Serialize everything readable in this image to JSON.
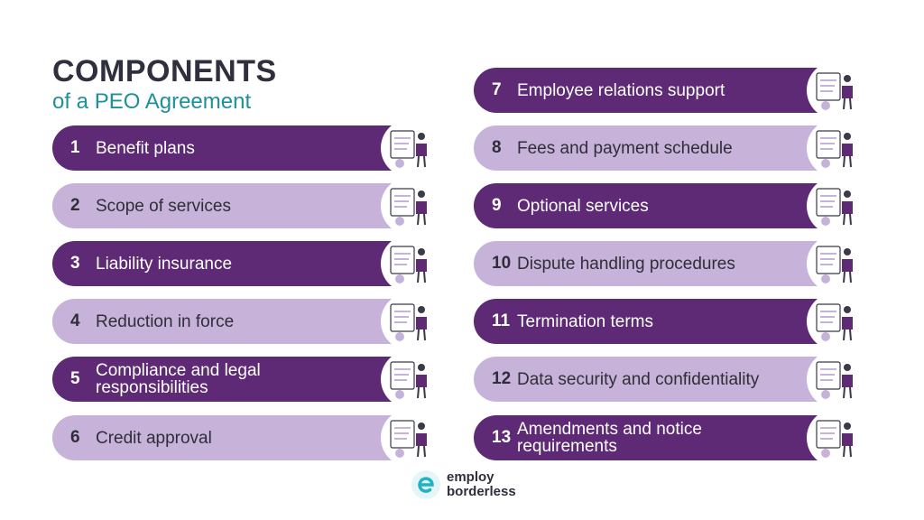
{
  "title": {
    "main": "COMPONENTS",
    "sub": "of a PEO Agreement"
  },
  "colors": {
    "dark": "#5e2a76",
    "light": "#c7b3da",
    "accent": "#1f8f9e"
  },
  "left_items": [
    {
      "num": "1",
      "label": "Benefit plans",
      "style": "dark",
      "icon": "umbrella-benefit-icon"
    },
    {
      "num": "2",
      "label": "Scope of services",
      "style": "light",
      "icon": "team-chart-icon"
    },
    {
      "num": "3",
      "label": "Liability insurance",
      "style": "dark",
      "icon": "money-bag-icon"
    },
    {
      "num": "4",
      "label": "Reduction in force",
      "style": "light",
      "icon": "meeting-icon"
    },
    {
      "num": "5",
      "label": "Compliance and legal responsibilities",
      "style": "dark",
      "icon": "magnifier-document-icon"
    },
    {
      "num": "6",
      "label": "Credit approval",
      "style": "light",
      "icon": "credit-check-icon"
    }
  ],
  "right_items": [
    {
      "num": "7",
      "label": "Employee relations support",
      "style": "dark",
      "icon": "employee-board-icon"
    },
    {
      "num": "8",
      "label": "Fees and payment schedule",
      "style": "light",
      "icon": "calendar-icon"
    },
    {
      "num": "9",
      "label": "Optional services",
      "style": "dark",
      "icon": "options-icon"
    },
    {
      "num": "10",
      "label": "Dispute handling procedures",
      "style": "light",
      "icon": "gear-laptop-icon"
    },
    {
      "num": "11",
      "label": "Termination terms",
      "style": "dark",
      "icon": "gears-team-icon"
    },
    {
      "num": "12",
      "label": "Data security and confidentiality",
      "style": "light",
      "icon": "chart-person-icon"
    },
    {
      "num": "13",
      "label": "Amendments and notice requirements",
      "style": "dark",
      "icon": "group-people-icon"
    }
  ],
  "logo": {
    "line1": "employ",
    "line2": "borderless",
    "icon": "employ-borderless-logo-icon"
  }
}
